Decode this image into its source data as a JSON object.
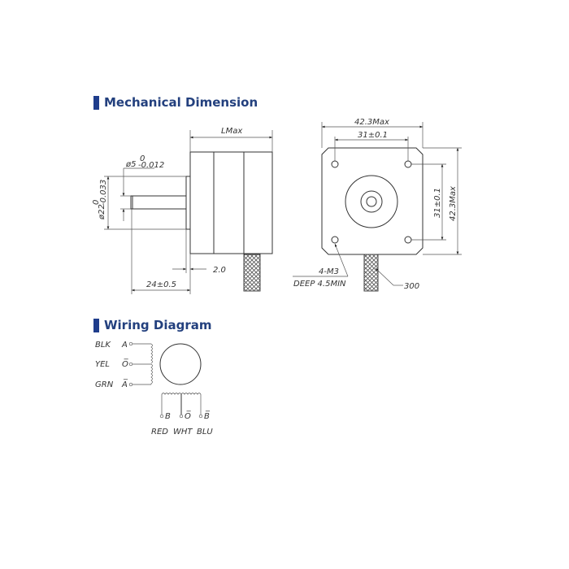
{
  "sections": {
    "mechanical_title": "Mechanical Dimension",
    "wiring_title": "Wiring Diagram"
  },
  "side_view": {
    "length": "LMax",
    "shaft_diameter": "ø5",
    "shaft_tolerance_upper": "0",
    "shaft_tolerance_lower": "-0.012",
    "boss_diameter": "ø22",
    "boss_tolerance_upper": "0",
    "boss_tolerance_lower": "-0.033",
    "boss_height": "2.0",
    "shaft_length": "24±0.5"
  },
  "front_view": {
    "width": "42.3Max",
    "hole_spacing_h": "31±0.1",
    "hole_spacing_v": "31±0.1",
    "height": "42.3Max",
    "hole_spec": "4-M3",
    "hole_depth": "DEEP 4.5MIN",
    "cable_length": "300"
  },
  "wiring": {
    "left": [
      {
        "color": "BLK",
        "phase": "A"
      },
      {
        "color": "YEL",
        "phase": "O̅"
      },
      {
        "color": "GRN",
        "phase": "A̅"
      }
    ],
    "bottom": [
      {
        "color": "RED",
        "phase": "B"
      },
      {
        "color": "WHT",
        "phase": "O̅"
      },
      {
        "color": "BLU",
        "phase": "B̅"
      }
    ]
  }
}
